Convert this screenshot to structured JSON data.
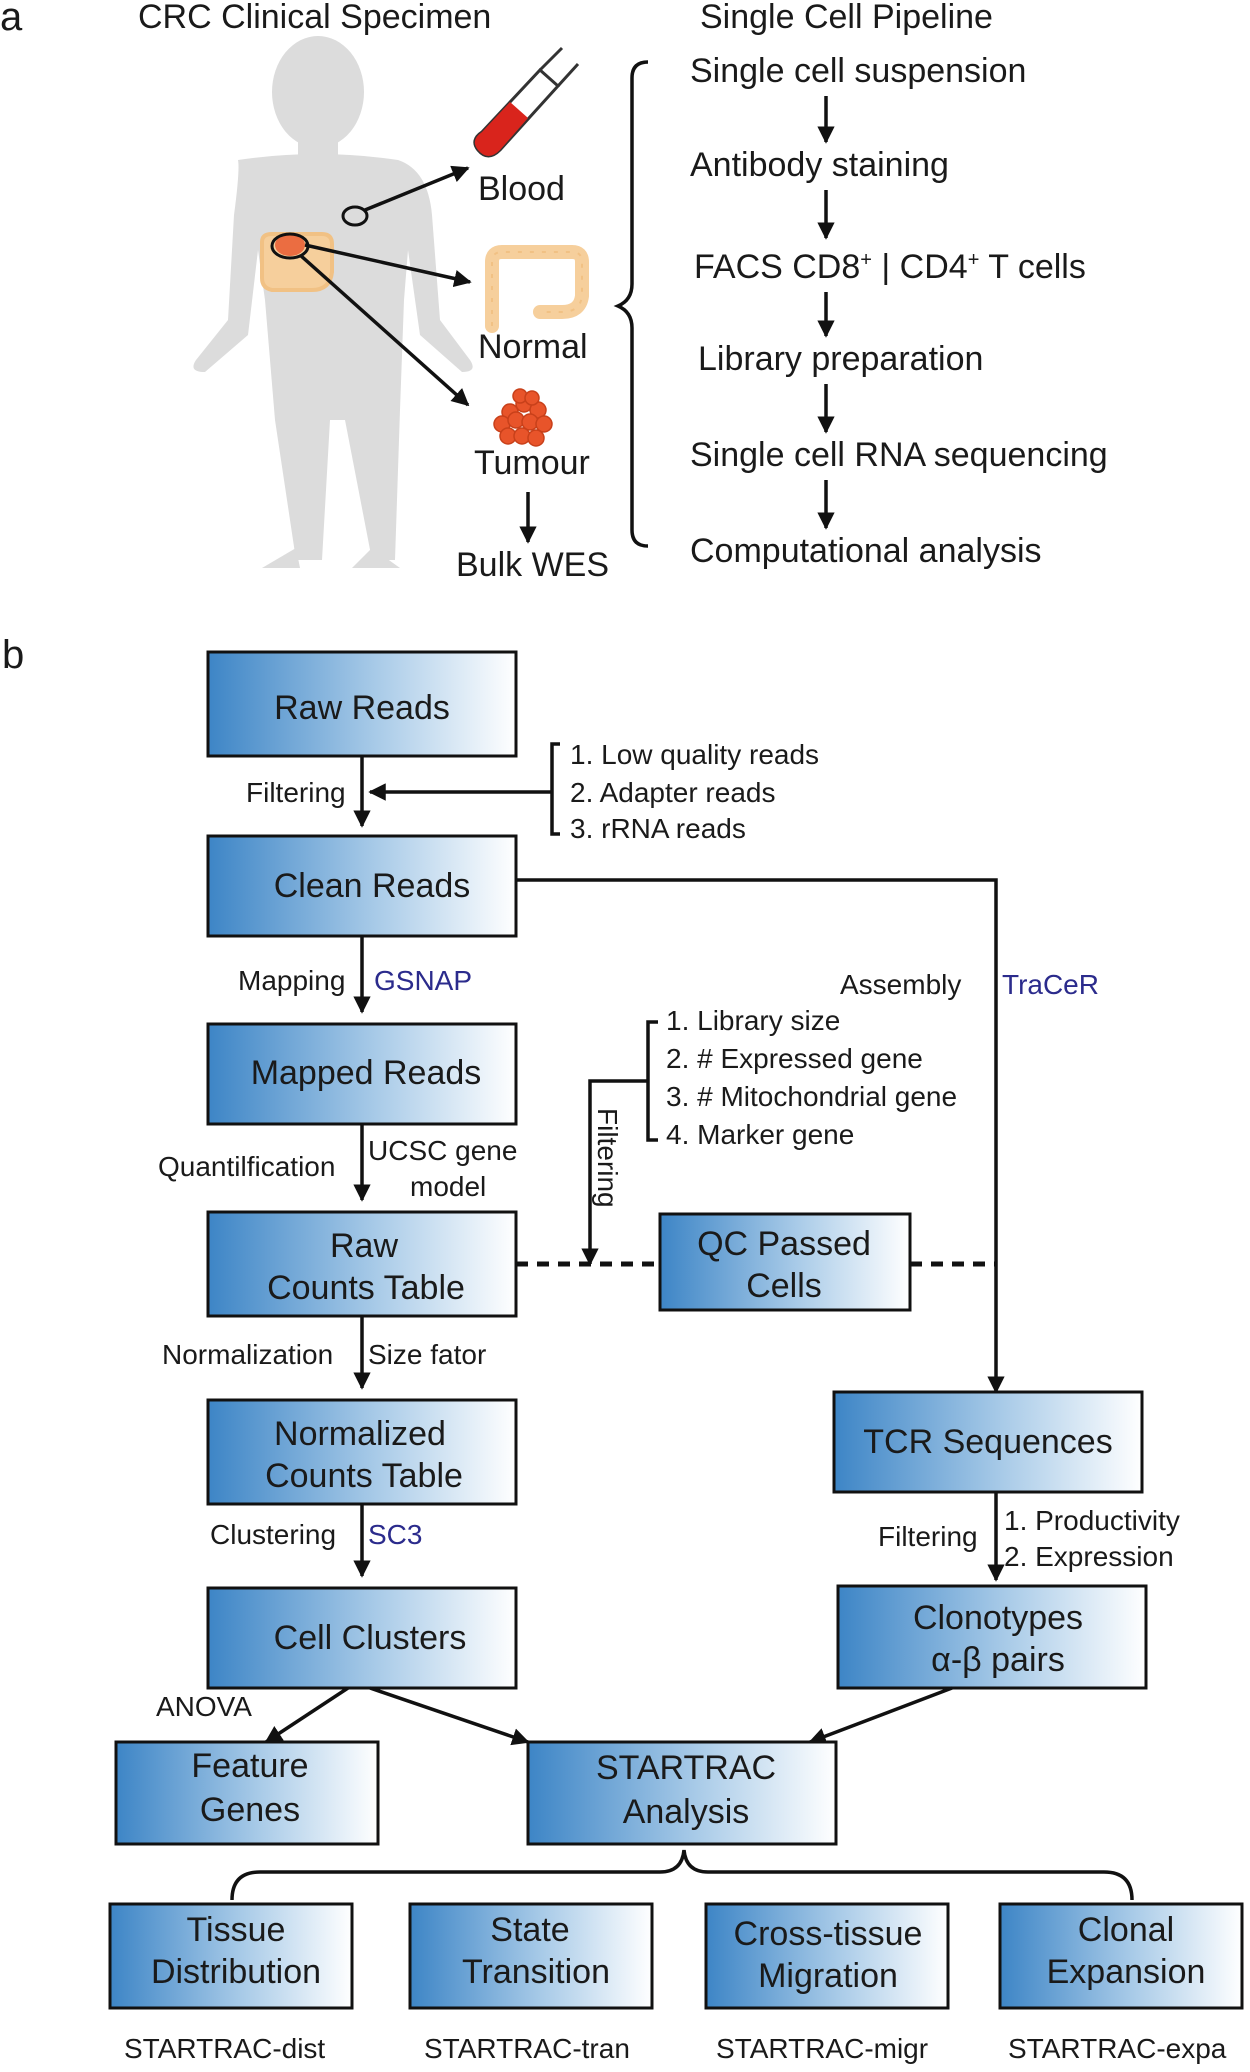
{
  "panel_a": {
    "letter": "a",
    "specimen_title": "CRC Clinical Specimen",
    "pipeline_title": "Single Cell Pipeline",
    "samples": {
      "blood": "Blood",
      "normal": "Normal",
      "tumour": "Tumour",
      "bulk": "Bulk WES"
    },
    "steps": [
      "Single cell suspension",
      "Antibody staining",
      "FACS  CD8",
      "Library preparation",
      "Single cell RNA sequencing",
      "Computational analysis"
    ],
    "facs_sep": " | CD4",
    "facs_tail": " T cells",
    "sup_plus": "+"
  },
  "panel_b": {
    "letter": "b",
    "boxes": {
      "raw_reads": "Raw Reads",
      "clean_reads": "Clean Reads",
      "mapped_reads": "Mapped Reads",
      "raw_counts_1": "Raw",
      "raw_counts_2": "Counts Table",
      "qc_1": "QC Passed",
      "qc_2": "Cells",
      "norm_1": "Normalized",
      "norm_2": "Counts Table",
      "tcr": "TCR Sequences",
      "clusters": "Cell Clusters",
      "clono_1": "Clonotypes",
      "clono_2": "α-β pairs",
      "feature_1": "Feature",
      "feature_2": "Genes",
      "startrac_1": "STARTRAC",
      "startrac_2": "Analysis",
      "tissue_1": "Tissue",
      "tissue_2": "Distribution",
      "state_1": "State",
      "state_2": "Transition",
      "cross_1": "Cross-tissue",
      "cross_2": "Migration",
      "clonal_1": "Clonal",
      "clonal_2": "Expansion"
    },
    "labels": {
      "filtering": "Filtering",
      "filter_items": [
        "1. Low quality reads",
        "2.  Adapter reads",
        "3. rRNA reads"
      ],
      "mapping": "Mapping",
      "gsnap": "GSNAP",
      "assembly": "Assembly",
      "tracer": "TraCeR",
      "qc_items": [
        "1. Library size",
        "2. # Expressed gene",
        "3. # Mitochondrial gene",
        "4. Marker gene"
      ],
      "filtering_vertical": "Filtering",
      "quantification": "Quantilfication",
      "ucsc_1": "UCSC gene",
      "ucsc_2": "model",
      "normalization": "Normalization",
      "size_factor": "Size fator",
      "clustering": "Clustering",
      "sc3": "SC3",
      "filtering_tcr": "Filtering",
      "tcr_items": [
        "1. Productivity",
        "2. Expression"
      ],
      "anova": "ANOVA"
    },
    "methods": [
      "STARTRAC-dist",
      "STARTRAC-tran",
      "STARTRAC-migr",
      "STARTRAC-expa"
    ]
  },
  "colors": {
    "box_dark": "#3d85c6",
    "box_light": "#ffffff",
    "tool_text": "#2b2b8c",
    "blood": "#d9241c",
    "colon": "#f6cf9c",
    "tumour": "#e8542a",
    "silhouette": "#dcdcdc"
  }
}
